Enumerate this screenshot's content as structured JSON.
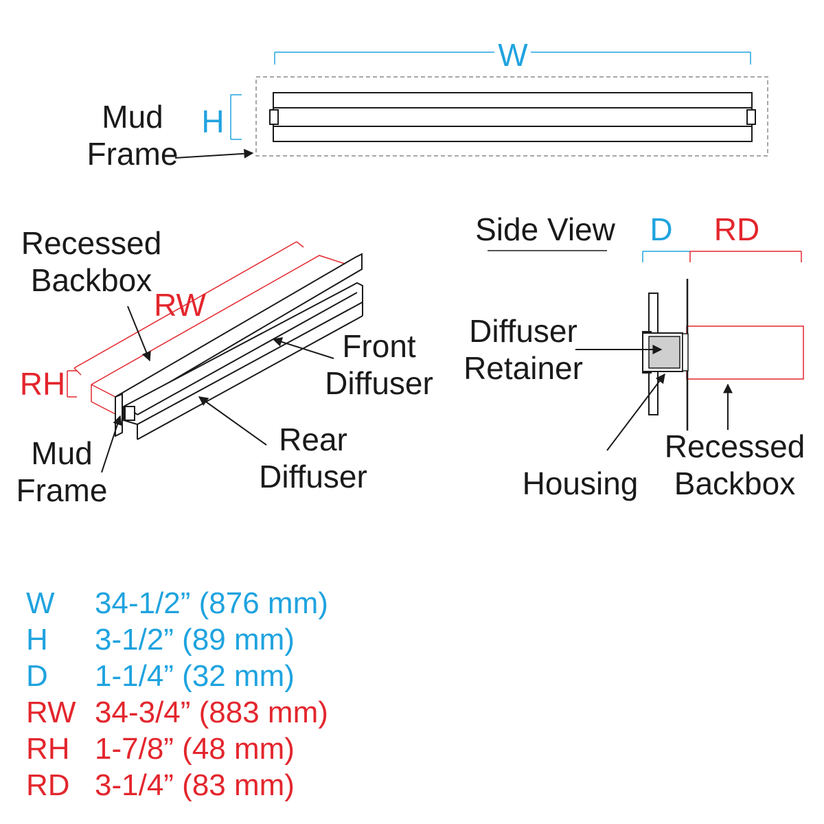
{
  "colors": {
    "ink": "#1a1a1a",
    "blue": "#1fa3df",
    "red": "#e3262d",
    "fill_gray": "#cfcfcf"
  },
  "top_view": {
    "w_label": "W",
    "h_label": "H",
    "mud_frame_line1": "Mud",
    "mud_frame_line2": "Frame"
  },
  "iso_view": {
    "recessed_backbox_line1": "Recessed",
    "recessed_backbox_line2": "Backbox",
    "rw_label": "RW",
    "rh_label": "RH",
    "front_diffuser_line1": "Front",
    "front_diffuser_line2": "Diffuser",
    "rear_diffuser_line1": "Rear",
    "rear_diffuser_line2": "Diffuser",
    "mud_frame_line1": "Mud",
    "mud_frame_line2": "Frame"
  },
  "side_view": {
    "title": "Side View",
    "d_label": "D",
    "rd_label": "RD",
    "diffuser_retainer_line1": "Diffuser",
    "diffuser_retainer_line2": "Retainer",
    "housing": "Housing",
    "recessed_backbox_line1": "Recessed",
    "recessed_backbox_line2": "Backbox"
  },
  "specs": [
    {
      "key": "W",
      "value": "34-1/2” (876 mm)",
      "color": "blue"
    },
    {
      "key": "H",
      "value": "3-1/2” (89 mm)",
      "color": "blue"
    },
    {
      "key": "D",
      "value": "1-1/4” (32 mm)",
      "color": "blue"
    },
    {
      "key": "RW",
      "value": "34-3/4” (883 mm)",
      "color": "red"
    },
    {
      "key": "RH",
      "value": "1-7/8” (48 mm)",
      "color": "red"
    },
    {
      "key": "RD",
      "value": "3-1/4” (83 mm)",
      "color": "red"
    }
  ]
}
